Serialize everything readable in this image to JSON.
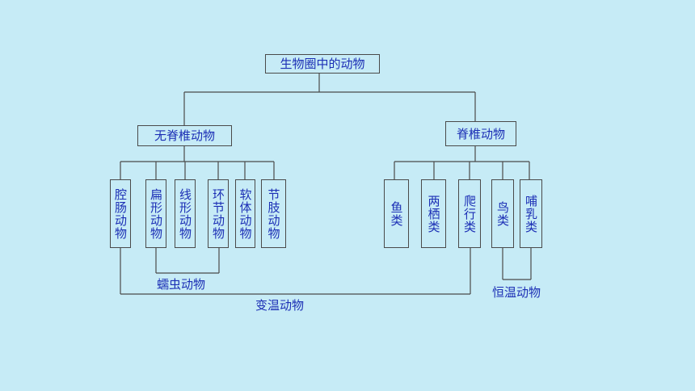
{
  "root": {
    "label": "生物圈中的动物"
  },
  "invertebrates": {
    "label": "无脊椎动物",
    "items": [
      "腔肠动物",
      "扁形动物",
      "线形动物",
      "环节动物",
      "软体动物",
      "节肢动物"
    ]
  },
  "vertebrates": {
    "label": "脊椎动物",
    "items": [
      "鱼类",
      "两栖类",
      "爬行类",
      "鸟类",
      "哺乳类"
    ]
  },
  "groups": {
    "worms": "蠕虫动物",
    "cold_blooded": "变温动物",
    "warm_blooded": "恒温动物"
  }
}
